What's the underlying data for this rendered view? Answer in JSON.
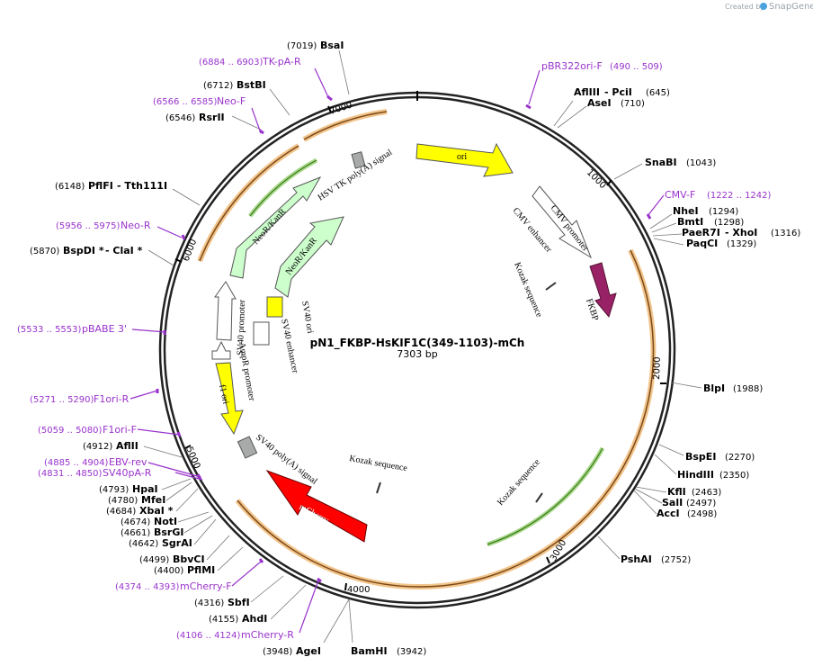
{
  "credit": {
    "created_by": "Created by",
    "brand": "SnapGene"
  },
  "plasmid": {
    "name": "pN1_FKBP-HsKIF1C(349-1103)-mCh",
    "size": "7303 bp"
  },
  "ticks": [
    "1000",
    "2000",
    "3000",
    "4000",
    "5000",
    "6000",
    "7000"
  ],
  "features": {
    "ori": "ori",
    "cmv_enhancer": "CMV enhancer",
    "cmv_promoter": "CMV promoter",
    "kozak1": "Kozak sequence",
    "fkbp": "FKBP",
    "kozak2": "Kozak sequence",
    "kozak3": "Kozak sequence",
    "mcherry": "mCherry",
    "sv40_polya": "SV40 poly(A) signal",
    "f1_ori": "f1 ori",
    "ampr_promoter": "AmpR promoter",
    "sv40_promoter": "SV40 promoter",
    "sv40_enhancer": "SV40 enhancer",
    "sv40_ori": "SV40 ori",
    "neor1": "NeoR/KanR",
    "neor2": "NeoR/KanR",
    "hsv_tk": "HSV TK poly(A) signal"
  },
  "enzymes_right": [
    {
      "name": "AflIII",
      "extra": " - PciI",
      "pos": "(645)"
    },
    {
      "name": "AseI",
      "extra": "",
      "pos": "(710)"
    },
    {
      "name": "SnaBI",
      "extra": "",
      "pos": "(1043)"
    },
    {
      "name": "NheI",
      "extra": "",
      "pos": "(1294)"
    },
    {
      "name": "BmtI",
      "extra": "",
      "pos": "(1298)"
    },
    {
      "name": "PaeR7I",
      "extra": " - XhoI",
      "pos": "(1316)"
    },
    {
      "name": "PaqCI",
      "extra": "",
      "pos": "(1329)"
    },
    {
      "name": "BlpI",
      "extra": "",
      "pos": "(1988)"
    },
    {
      "name": "BspEI",
      "extra": "",
      "pos": "(2270)"
    },
    {
      "name": "HindIII",
      "extra": "",
      "pos": "(2350)"
    },
    {
      "name": "KflI",
      "extra": "",
      "pos": "(2463)"
    },
    {
      "name": "SalI",
      "extra": "",
      "pos": "(2497)"
    },
    {
      "name": "AccI",
      "extra": "",
      "pos": "(2498)"
    },
    {
      "name": "PshAI",
      "extra": "",
      "pos": "(2752)"
    },
    {
      "name": "BamHI",
      "extra": "",
      "pos": "(3942)"
    }
  ],
  "enzymes_left": [
    {
      "pos": "(7019)",
      "name": "BsaI"
    },
    {
      "pos": "(6712)",
      "name": "BstBI"
    },
    {
      "pos": "(6546)",
      "name": "RsrII"
    },
    {
      "pos": "(6148)",
      "name": "PflFI",
      "extra": " - Tth111I"
    },
    {
      "pos": "(5870)",
      "name": "BspDI *",
      "extra": " - ClaI *"
    },
    {
      "pos": "(4912)",
      "name": "AflII"
    },
    {
      "pos": "(4793)",
      "name": "HpaI"
    },
    {
      "pos": "(4780)",
      "name": "MfeI"
    },
    {
      "pos": "(4684)",
      "name": "XbaI *"
    },
    {
      "pos": "(4674)",
      "name": "NotI"
    },
    {
      "pos": "(4661)",
      "name": "BsrGI"
    },
    {
      "pos": "(4642)",
      "name": "SgrAI"
    },
    {
      "pos": "(4499)",
      "name": "BbvCI"
    },
    {
      "pos": "(4400)",
      "name": "PflMI"
    },
    {
      "pos": "(4316)",
      "name": "SbfI"
    },
    {
      "pos": "(4155)",
      "name": "AhdI"
    },
    {
      "pos": "(3948)",
      "name": "AgeI"
    }
  ],
  "primers": [
    {
      "range": "(6884 .. 6903)",
      "name": "TK-pA-R"
    },
    {
      "range": "(6566 .. 6585)",
      "name": "Neo-F"
    },
    {
      "range": "(5956 .. 5975)",
      "name": "Neo-R"
    },
    {
      "range": "(5533 .. 5553)",
      "name": "pBABE 3'"
    },
    {
      "range": "(5271 .. 5290)",
      "name": "F1ori-R"
    },
    {
      "range": "(5059 .. 5080)",
      "name": "F1ori-F"
    },
    {
      "range": "(4885 .. 4904)",
      "name": "EBV-rev"
    },
    {
      "range": "(4831 .. 4850)",
      "name": "SV40pA-R"
    },
    {
      "range": "(4374 .. 4393)",
      "name": "mCherry-F"
    },
    {
      "range": "(4106 .. 4124)",
      "name": "mCherry-R"
    }
  ],
  "primers_right": [
    {
      "name": "pBR322ori-F",
      "range": "(490 .. 509)"
    },
    {
      "name": "CMV-F",
      "range": "(1222 .. 1242)"
    }
  ]
}
